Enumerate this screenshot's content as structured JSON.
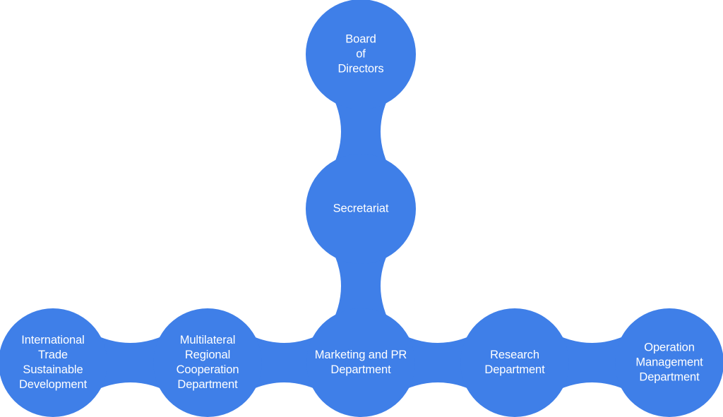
{
  "colors": {
    "node_fill": "#3F7FE8",
    "label_text": "#FFFFFF",
    "background": "#FFFFFF"
  },
  "nodes": {
    "board": "Board\nof\nDirectors",
    "secretariat": "Secretariat",
    "marketing": "Marketing and PR\nDepartment",
    "multilateral": "Multilateral\nRegional\nCooperation\nDepartment",
    "international": "International\nTrade\nSustainable\nDevelopment",
    "research": "Research\nDepartment",
    "operation": "Operation\nManagement\nDepartment"
  }
}
